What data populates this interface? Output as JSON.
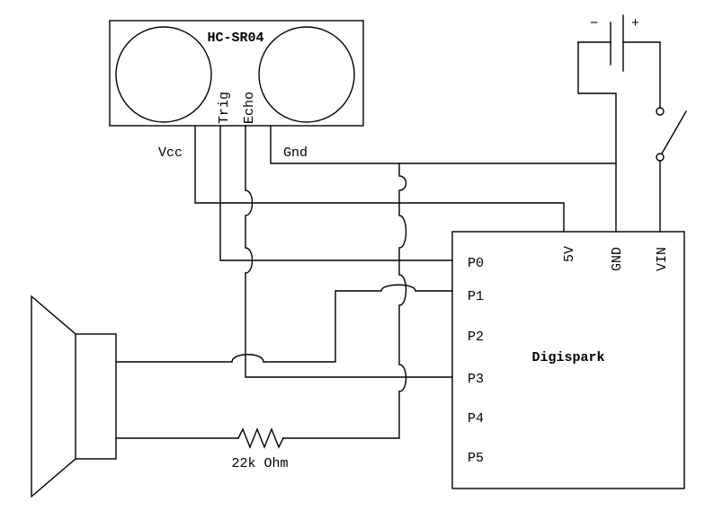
{
  "sensor": {
    "title": "HC-SR04",
    "pins": {
      "trig": "Trig",
      "echo": "Echo",
      "vcc": "Vcc",
      "gnd": "Gnd"
    }
  },
  "board": {
    "title": "Digispark",
    "top_pins": {
      "v5": "5V",
      "gnd": "GND",
      "vin": "VIN"
    },
    "side_pins": [
      "P0",
      "P1",
      "P2",
      "P3",
      "P4",
      "P5"
    ]
  },
  "battery": {
    "minus": "−",
    "plus": "+"
  },
  "resistor": {
    "label": "22k Ohm"
  }
}
